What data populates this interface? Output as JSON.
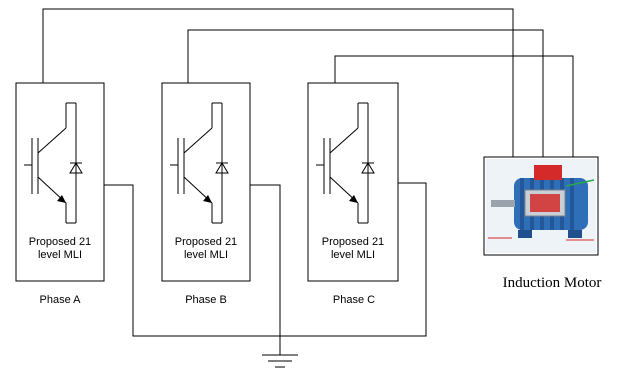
{
  "phases": [
    {
      "block_label_line1": "Proposed 21",
      "block_label_line2": "level MLI",
      "phase_label": "Phase A"
    },
    {
      "block_label_line1": "Proposed 21",
      "block_label_line2": "level MLI",
      "phase_label": "Phase B"
    },
    {
      "block_label_line1": "Proposed 21",
      "block_label_line2": "level MLI",
      "phase_label": "Phase C"
    }
  ],
  "motor": {
    "label": "Induction Motor"
  },
  "colors": {
    "line": "#000000",
    "motor_body": "#2f6fb8",
    "motor_accent": "#d42a2a"
  }
}
